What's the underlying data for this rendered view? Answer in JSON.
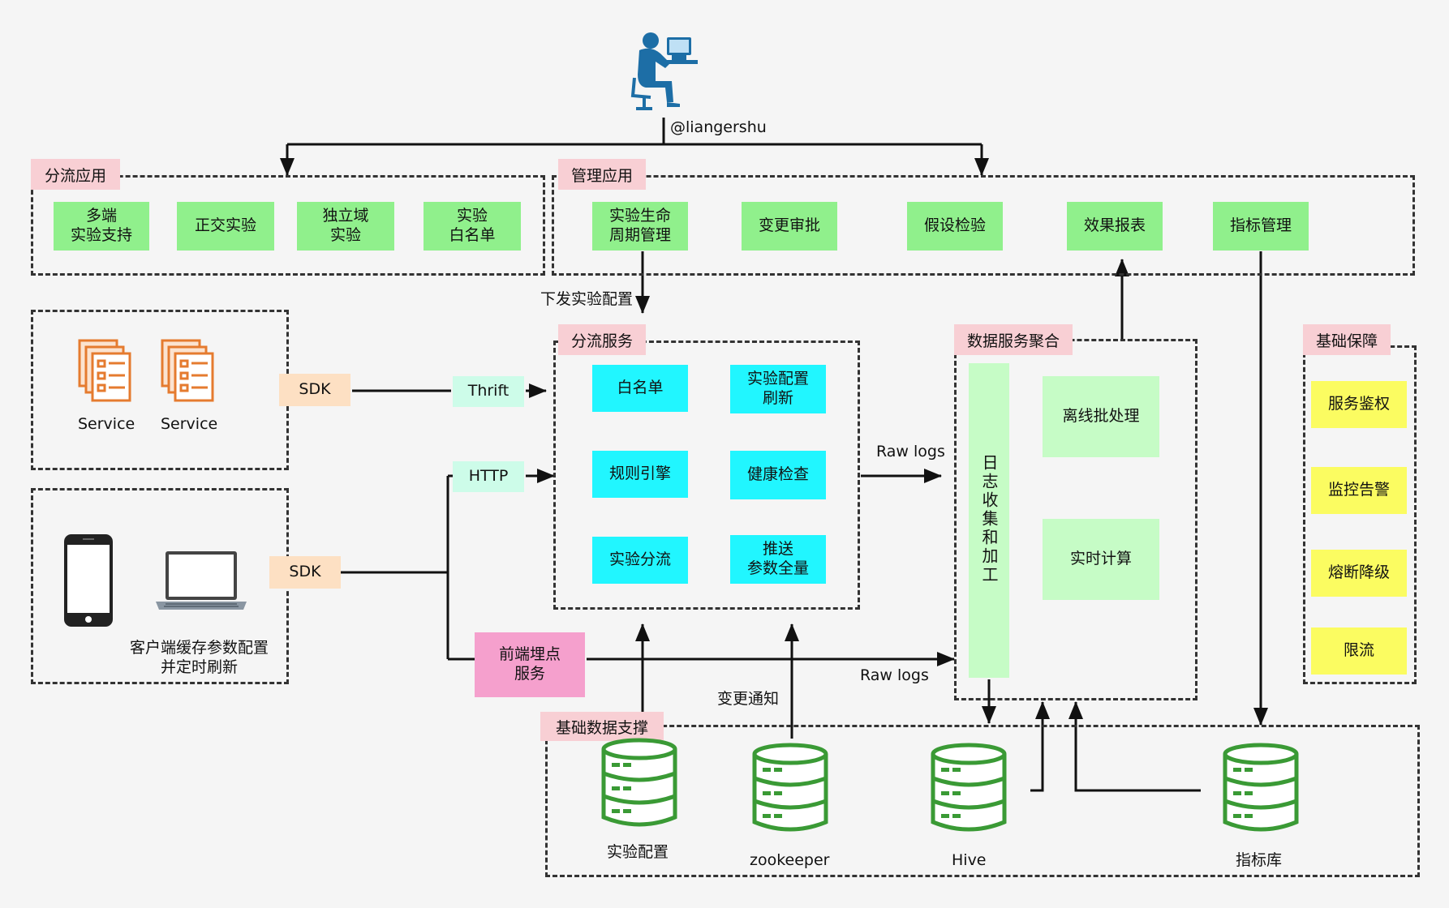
{
  "user": {
    "handle": "@liangershu",
    "icon": "user-at-computer-icon"
  },
  "groups": {
    "routing_app": {
      "label": "分流应用",
      "items": [
        "多端\n实验支持",
        "正交实验",
        "独立域\n实验",
        "实验\n白名单"
      ]
    },
    "mgmt_app": {
      "label": "管理应用",
      "items": [
        "实验生命\n周期管理",
        "变更审批",
        "假设检验",
        "效果报表",
        "指标管理"
      ]
    },
    "routing_service": {
      "label": "分流服务",
      "items": [
        "白名单",
        "实验配置\n刷新",
        "规则引擎",
        "健康检查",
        "实验分流",
        "推送\n参数全量"
      ]
    },
    "data_agg": {
      "label": "数据服务聚合",
      "collector": "日志收集和加工",
      "items": [
        "离线批处理",
        "实时计算"
      ]
    },
    "infra": {
      "label": "基础保障",
      "items": [
        "服务鉴权",
        "监控告警",
        "熔断降级",
        "限流"
      ]
    },
    "base_data": {
      "label": "基础数据支撑",
      "stores": [
        "实验配置",
        "zookeeper",
        "Hive",
        "指标库"
      ]
    }
  },
  "clients": {
    "services": [
      "Service",
      "Service"
    ],
    "sdk_top": "SDK",
    "sdk_bottom": "SDK",
    "client_caption": "客户端缓存参数配置\n并定时刷新",
    "icons": [
      "document-list-icon",
      "mobile-phone-icon",
      "laptop-icon"
    ]
  },
  "protocols": {
    "thrift": "Thrift",
    "http": "HTTP"
  },
  "frontend_tracking": "前端埋点\n服务",
  "edge_labels": {
    "push_config": "下发实验配置",
    "raw_logs_1": "Raw logs",
    "raw_logs_2": "Raw logs",
    "change_notify": "变更通知"
  },
  "colors": {
    "green": "#90f08c",
    "cyan": "#21f6ff",
    "yellow": "#fbfc61",
    "light_green": "#c6fcc6",
    "mint": "#cdfce9",
    "peach": "#fde0c3",
    "pink": "#f5a0cd",
    "tag": "#f8cfd4",
    "orange_icon": "#e57b2f",
    "database_icon": "#3a9a35",
    "person_icon": "#1d6ea6"
  }
}
